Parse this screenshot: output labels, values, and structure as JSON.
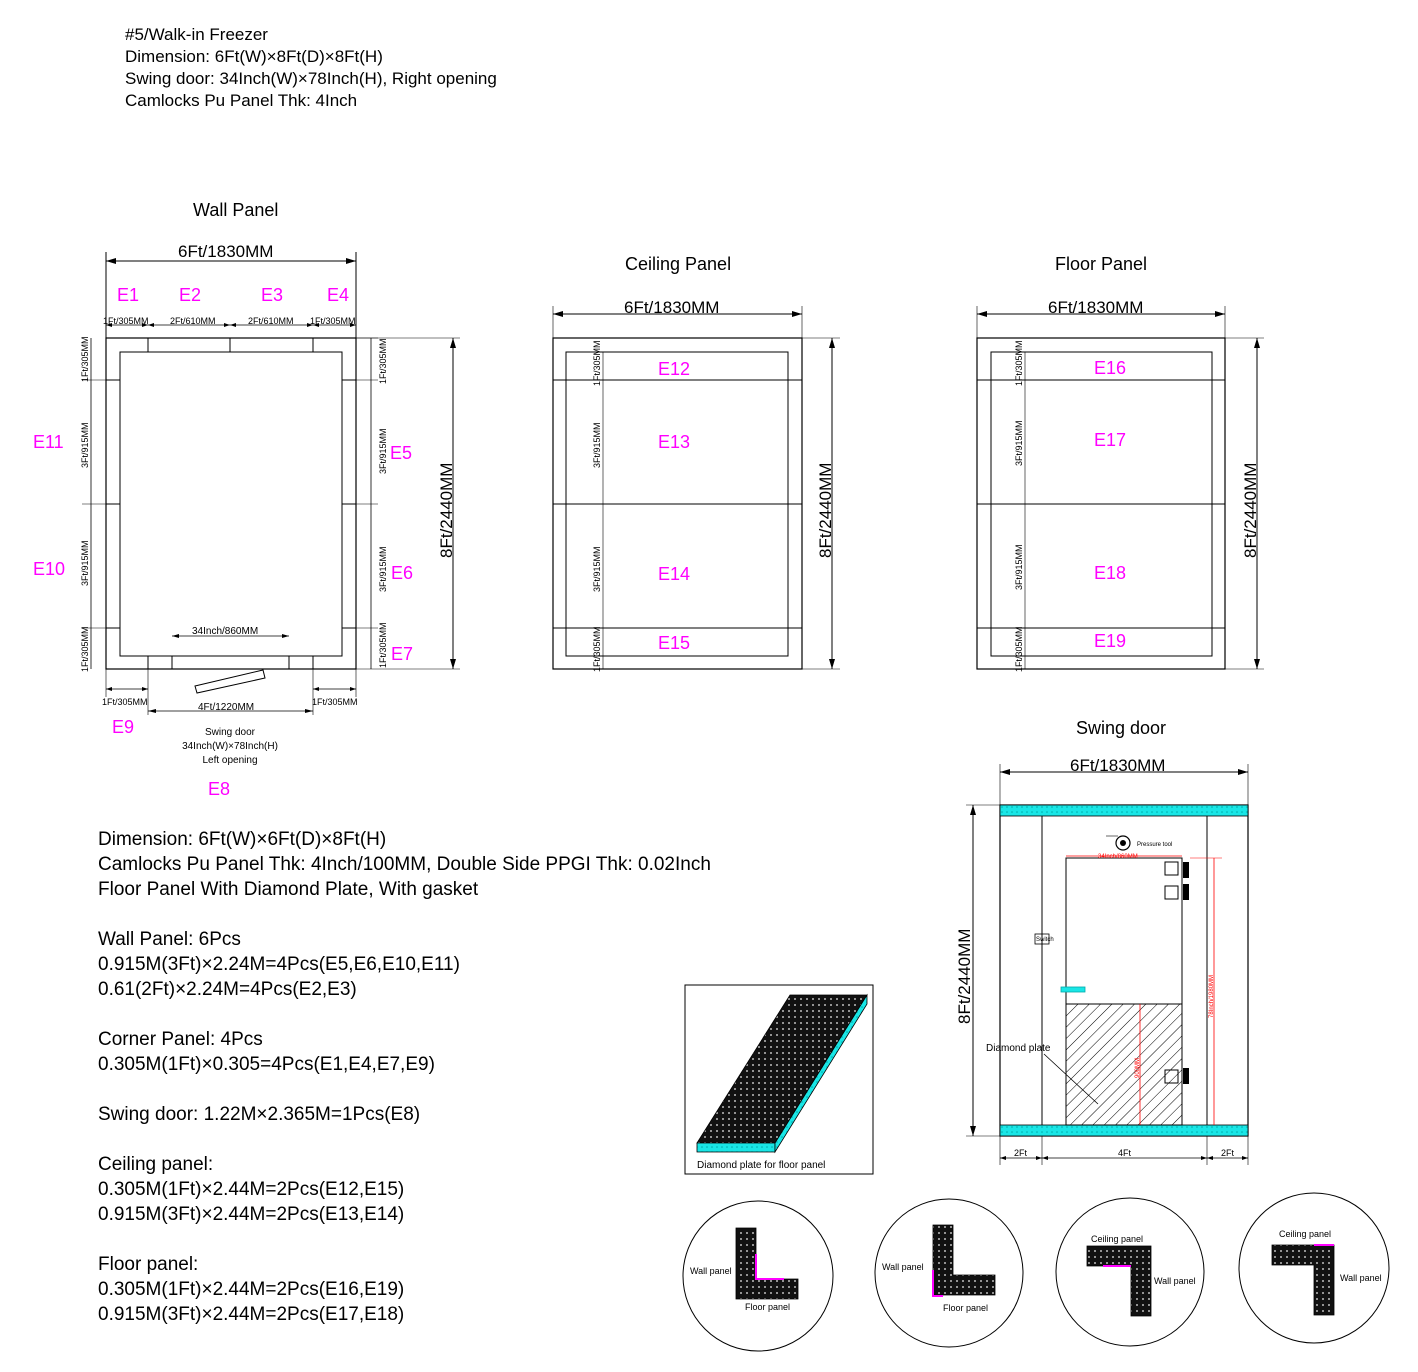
{
  "header": {
    "lines": [
      "#5/Walk-in Freezer",
      "Dimension: 6Ft(W)×8Ft(D)×8Ft(H)",
      "Swing door: 34Inch(W)×78Inch(H), Right opening",
      "Camlocks Pu Panel Thk: 4Inch"
    ]
  },
  "wall": {
    "title": "Wall Panel",
    "width_dim": "6Ft/1830MM",
    "height_dim": "8Ft/2440MM",
    "labels": {
      "E1": "E1",
      "E2": "E2",
      "E3": "E3",
      "E4": "E4",
      "E5": "E5",
      "E6": "E6",
      "E7": "E7",
      "E8": "E8",
      "E9": "E9",
      "E10": "E10",
      "E11": "E11"
    },
    "seg_1ft": "1Ft/305MM",
    "seg_2ft": "2Ft/610MM",
    "seg_3ft": "3Ft/915MM",
    "door_width": "34Inch/860MM",
    "door_opening": "4Ft/1220MM",
    "door_note": [
      "Swing door",
      "34Inch(W)×78Inch(H)",
      "Left opening"
    ]
  },
  "ceiling": {
    "title": "Ceiling Panel",
    "width_dim": "6Ft/1830MM",
    "height_dim": "8Ft/2440MM",
    "labels": {
      "E12": "E12",
      "E13": "E13",
      "E14": "E14",
      "E15": "E15"
    },
    "seg_1ft": "1Ft/305MM",
    "seg_3ft": "3Ft/915MM"
  },
  "floor": {
    "title": "Floor Panel",
    "width_dim": "6Ft/1830MM",
    "height_dim": "8Ft/2440MM",
    "labels": {
      "E16": "E16",
      "E17": "E17",
      "E18": "E18",
      "E19": "E19"
    },
    "seg_1ft": "1Ft/305MM",
    "seg_3ft": "3Ft/915MM"
  },
  "swing_door": {
    "title": "Swing door",
    "width_dim": "6Ft/1830MM",
    "height_dim": "8Ft/2440MM",
    "bottom_dims": [
      "2Ft",
      "4Ft",
      "2Ft"
    ],
    "door_dim": "34Inch/860MM",
    "door_height_dim": "78Inch/1980MM",
    "plate_height_dim": "900MM",
    "pressure_tool": "Pressure tool",
    "switch": "Switch",
    "diamond_plate": "Diamond plate"
  },
  "diamond_caption": "Diamond plate for floor panel",
  "joints": {
    "wall_panel": "Wall panel",
    "floor_panel": "Floor panel",
    "ceiling_panel": "Ceiling panel"
  },
  "spec_lines": [
    "Dimension: 6Ft(W)×6Ft(D)×8Ft(H)",
    "Camlocks Pu Panel Thk: 4Inch/100MM, Double Side PPGI Thk: 0.02Inch",
    "Floor Panel With Diamond Plate, With gasket",
    "",
    "Wall Panel: 6Pcs",
    "0.915M(3Ft)×2.24M=4Pcs(E5,E6,E10,E11)",
    "0.61(2Ft)×2.24M=4Pcs(E2,E3)",
    "",
    "Corner Panel: 4Pcs",
    "0.305M(1Ft)×0.305=4Pcs(E1,E4,E7,E9)",
    "",
    "Swing door: 1.22M×2.365M=1Pcs(E8)",
    "",
    "Ceiling panel:",
    "0.305M(1Ft)×2.44M=2Pcs(E12,E15)",
    "0.915M(3Ft)×2.44M=2Pcs(E13,E14)",
    "",
    "Floor panel:",
    "0.305M(1Ft)×2.44M=2Pcs(E16,E19)",
    "0.915M(3Ft)×2.44M=2Pcs(E17,E18)"
  ],
  "colors": {
    "label": "#ff00ff",
    "insulation": "#19e6e6",
    "dimension_red": "#ff0000",
    "plate": "#111111"
  }
}
